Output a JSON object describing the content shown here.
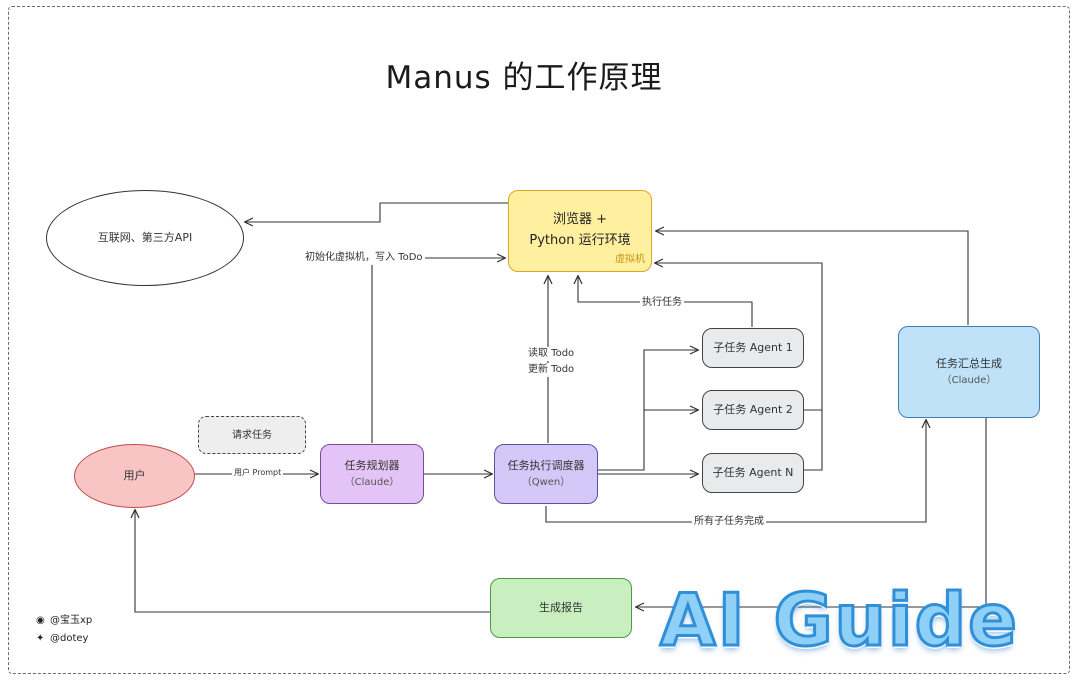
{
  "title": "Manus 的工作原理",
  "nodes": {
    "internet": "互联网、第三方API",
    "browser_line1": "浏览器 +",
    "browser_line2": "Python 运行环境",
    "vm_tag": "虚拟机",
    "user": "用户",
    "request_task": "请求任务",
    "planner_name": "任务规划器",
    "planner_model": "（Claude）",
    "scheduler_name": "任务执行调度器",
    "scheduler_model": "（Qwen）",
    "sub_agent_1": "子任务 Agent 1",
    "sub_agent_2": "子任务 Agent 2",
    "sub_agent_n": "子任务 Agent N",
    "summary_name": "任务汇总生成",
    "summary_model": "（Claude）",
    "report": "生成报告"
  },
  "edge_labels": {
    "init_vm": "初始化虚拟机，写入 ToDo",
    "exec_task": "执行任务",
    "read_todo": "读取 Todo",
    "update_todo": "更新 Todo",
    "user_prompt": "用户 Prompt",
    "all_done": "所有子任务完成"
  },
  "credits": {
    "weibo_icon": "weibo-icon",
    "weibo": "@宝玉xp",
    "twitter_icon": "twitter-icon",
    "twitter": "@dotey"
  },
  "watermark": "AI Guide",
  "colors": {
    "browser_fill": "#fff0a0",
    "browser_border": "#d9a629",
    "user_fill": "#f8c4c4",
    "user_border": "#c24b4b",
    "planner_fill": "#e4c4f6",
    "scheduler_fill": "#d3c8f7",
    "agent_fill": "#e8eaec",
    "summary_fill": "#bfe2f8",
    "report_fill": "#c9efc0",
    "request_fill": "#eeeeee",
    "watermark_fill": "#8fd0f6"
  }
}
